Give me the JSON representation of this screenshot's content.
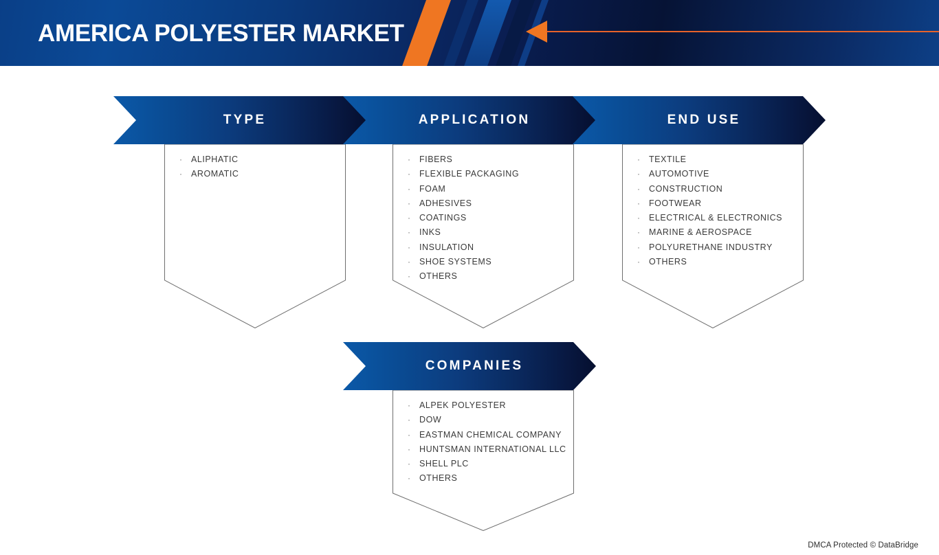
{
  "header": {
    "title": "AMERICA POLYESTER MARKET",
    "accent_orange": "#ef7622",
    "accent_blue": "#0b59a8",
    "arrow_icon": "left-arrow-icon"
  },
  "segments": [
    {
      "id": "type",
      "label": "TYPE",
      "items": [
        "ALIPHATIC",
        "AROMATIC"
      ]
    },
    {
      "id": "application",
      "label": "APPLICATION",
      "items": [
        "FIBERS",
        "FLEXIBLE PACKAGING",
        "FOAM",
        "ADHESIVES",
        "COATINGS",
        "INKS",
        "INSULATION",
        "SHOE SYSTEMS",
        "OTHERS"
      ]
    },
    {
      "id": "end-use",
      "label": "END USE",
      "items": [
        "TEXTILE",
        "AUTOMOTIVE",
        "CONSTRUCTION",
        "FOOTWEAR",
        "ELECTRICAL & ELECTRONICS",
        "MARINE & AEROSPACE",
        "POLYURETHANE INDUSTRY",
        "OTHERS"
      ]
    },
    {
      "id": "companies",
      "label": "COMPANIES",
      "items": [
        "ALPEK POLYESTER",
        "DOW",
        "EASTMAN CHEMICAL COMPANY",
        "HUNTSMAN INTERNATIONAL LLC",
        "SHELL PLC",
        "OTHERS"
      ]
    }
  ],
  "bullet_glyph": "·",
  "footer": {
    "attribution": "DMCA Protected © DataBridge"
  }
}
